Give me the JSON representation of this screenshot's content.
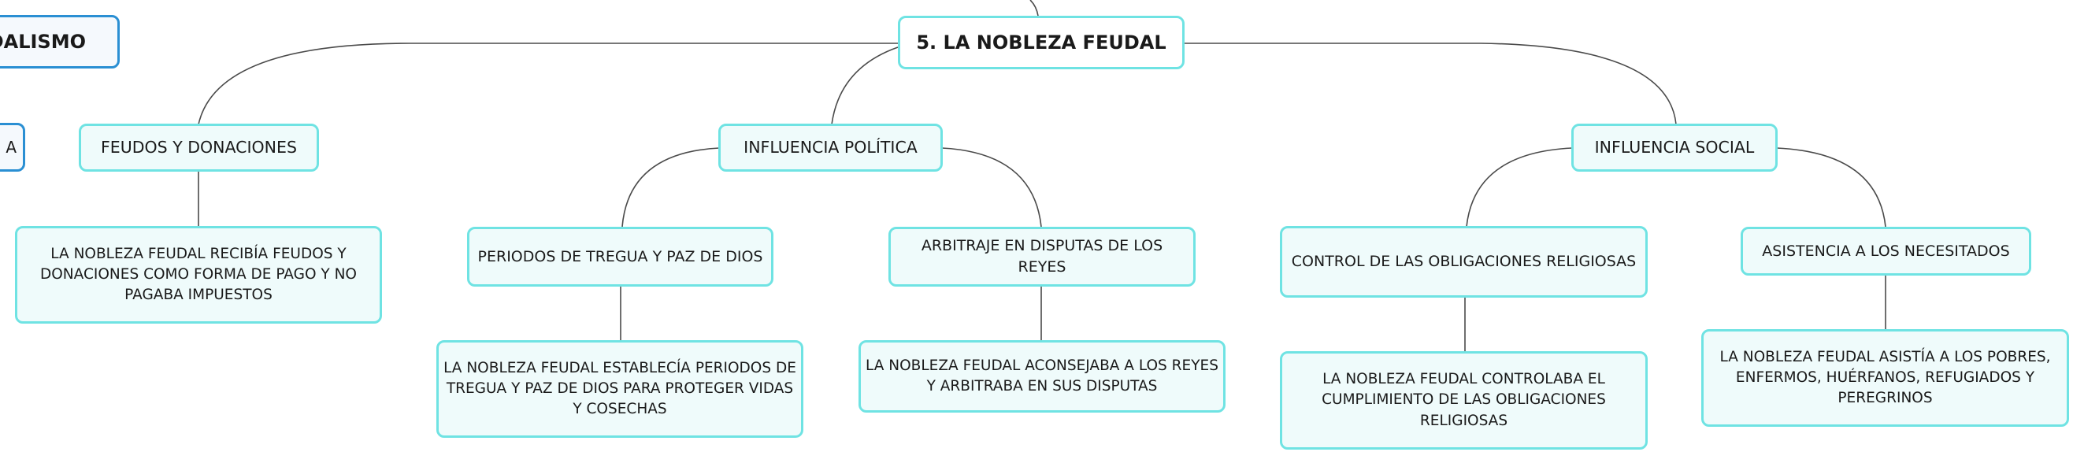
{
  "map": {
    "central": "5. LA NOBLEZA FEUDAL",
    "partial_title": "DALISMO",
    "partial_node": "A",
    "feudos": {
      "label": "FEUDOS Y DONACIONES",
      "detail": "LA NOBLEZA FEUDAL RECIBÍA FEUDOS Y DONACIONES COMO FORMA DE PAGO Y NO PAGABA IMPUESTOS"
    },
    "politica": {
      "label": "INFLUENCIA POLÍTICA",
      "tregua": {
        "label": "PERIODOS DE TREGUA Y PAZ DE DIOS",
        "detail": "LA NOBLEZA FEUDAL ESTABLECÍA PERIODOS DE TREGUA Y PAZ DE DIOS PARA PROTEGER VIDAS Y COSECHAS"
      },
      "arbitraje": {
        "label": "ARBITRAJE EN DISPUTAS DE LOS REYES",
        "detail": "LA NOBLEZA FEUDAL ACONSEJABA A LOS REYES Y ARBITRABA EN SUS DISPUTAS"
      }
    },
    "social": {
      "label": "INFLUENCIA SOCIAL",
      "control": {
        "label": "CONTROL DE LAS OBLIGACIONES RELIGIOSAS",
        "detail": "LA NOBLEZA FEUDAL CONTROLABA EL CUMPLIMIENTO DE LAS OBLIGACIONES RELIGIOSAS"
      },
      "asistencia": {
        "label": "ASISTENCIA A LOS NECESITADOS",
        "detail": "LA NOBLEZA FEUDAL ASISTÍA A LOS POBRES, ENFERMOS, HUÉRFANOS, REFUGIADOS Y PEREGRINOS"
      }
    }
  }
}
